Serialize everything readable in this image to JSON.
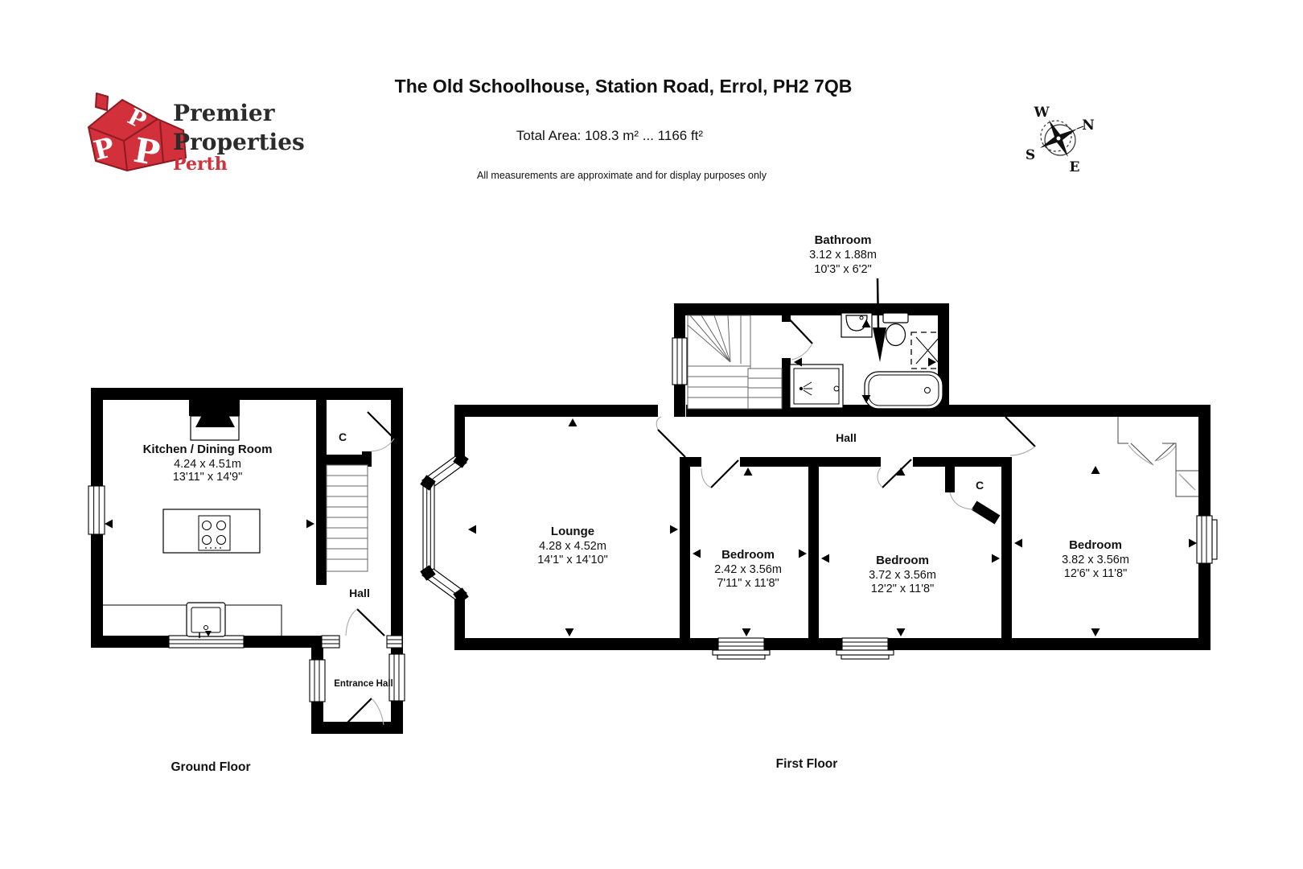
{
  "header": {
    "title": "The Old Schoolhouse, Station Road, Errol, PH2 7QB",
    "total_area": "Total Area: 108.3 m² ... 1166 ft²",
    "disclaimer": "All measurements are approximate and for display purposes only"
  },
  "logo": {
    "word1": "Premier",
    "word2": "Properties",
    "word3": "Perth",
    "monogram": "P"
  },
  "compass": {
    "north": "N",
    "east": "E",
    "south": "S",
    "west": "W"
  },
  "ground_floor": {
    "caption": "Ground Floor",
    "kitchen": {
      "name": "Kitchen / Dining Room",
      "metric": "4.24 x 4.51m",
      "imperial": "13'11\" x 14'9\""
    },
    "hall": {
      "name": "Hall"
    },
    "entrance_hall": {
      "name": "Entrance Hall"
    },
    "cupboard": {
      "label": "C"
    }
  },
  "first_floor": {
    "caption": "First Floor",
    "bathroom": {
      "name": "Bathroom",
      "metric": "3.12 x 1.88m",
      "imperial": "10'3\" x 6'2\""
    },
    "hall": {
      "name": "Hall"
    },
    "lounge": {
      "name": "Lounge",
      "metric": "4.28 x 4.52m",
      "imperial": "14'1\" x 14'10\""
    },
    "bedroom_small": {
      "name": "Bedroom",
      "metric": "2.42 x 3.56m",
      "imperial": "7'11\" x 11'8\""
    },
    "bedroom_mid": {
      "name": "Bedroom",
      "metric": "3.72 x 3.56m",
      "imperial": "12'2\" x 11'8\""
    },
    "bedroom_large": {
      "name": "Bedroom",
      "metric": "3.82 x 3.56m",
      "imperial": "12'6\" x 11'8\""
    },
    "cupboard": {
      "label": "C"
    }
  },
  "colors": {
    "wall": "#000000",
    "brand_red": "#d2303a",
    "brand_dark": "#2b2b2b",
    "door_arc": "#aaaaaa"
  }
}
